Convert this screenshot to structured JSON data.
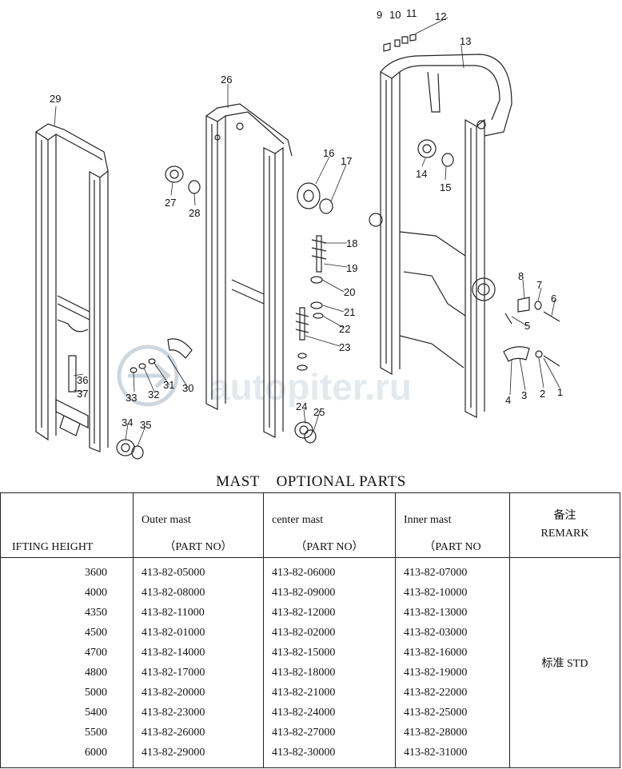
{
  "diagram": {
    "callouts": [
      "1",
      "2",
      "3",
      "4",
      "5",
      "6",
      "7",
      "8",
      "9",
      "10",
      "11",
      "12",
      "13",
      "14",
      "15",
      "16",
      "17",
      "18",
      "19",
      "20",
      "21",
      "22",
      "23",
      "24",
      "25",
      "26",
      "27",
      "28",
      "29",
      "30",
      "31",
      "32",
      "33",
      "34",
      "35",
      "36",
      "37"
    ],
    "watermark": "autopiter.ru"
  },
  "table": {
    "title": "MAST    OPTIONAL PARTS",
    "headers": {
      "lifting_height": "IFTING HEIGHT",
      "outer_mast": "Outer mast",
      "center_mast": "center mast",
      "inner_mast": "Inner mast",
      "part_no_outer": "（PART NO）",
      "part_no_center": "（PART NO）",
      "part_no_inner": "（PART NO",
      "remark_cn": "备注",
      "remark_en": "REMARK"
    },
    "lifting_heights": [
      "3600",
      "4000",
      "4350",
      "4500",
      "4700",
      "4800",
      "5000",
      "5400",
      "5500",
      "6000"
    ],
    "outer_mast_parts": [
      "413-82-05000",
      "413-82-08000",
      "413-82-11000",
      "413-82-01000",
      "413-82-14000",
      "413-82-17000",
      "413-82-20000",
      "413-82-23000",
      "413-82-26000",
      "413-82-29000"
    ],
    "center_mast_parts": [
      "413-82-06000",
      "413-82-09000",
      "413-82-12000",
      "413-82-02000",
      "413-82-15000",
      "413-82-18000",
      "413-82-21000",
      "413-82-24000",
      "413-82-27000",
      "413-82-30000"
    ],
    "inner_mast_parts": [
      "413-82-07000",
      "413-82-10000",
      "413-82-13000",
      "413-82-03000",
      "413-82-16000",
      "413-82-19000",
      "413-82-22000",
      "413-82-25000",
      "413-82-28000",
      "413-82-31000"
    ],
    "remark": "标准 STD"
  }
}
